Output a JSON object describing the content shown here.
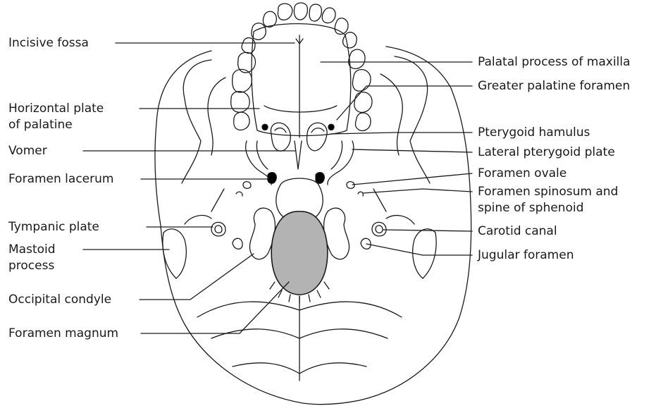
{
  "diagram": {
    "left_labels": [
      {
        "id": "incisive-fossa",
        "lines": [
          "Incisive fossa"
        ]
      },
      {
        "id": "horizontal-plate",
        "lines": [
          "Horizontal plate",
          "of palatine"
        ]
      },
      {
        "id": "vomer",
        "lines": [
          "Vomer"
        ]
      },
      {
        "id": "foramen-lacerum",
        "lines": [
          "Foramen lacerum"
        ]
      },
      {
        "id": "tympanic-plate",
        "lines": [
          "Tympanic plate"
        ]
      },
      {
        "id": "mastoid-process",
        "lines": [
          "Mastoid",
          "process"
        ]
      },
      {
        "id": "occipital-condyle",
        "lines": [
          "Occipital condyle"
        ]
      },
      {
        "id": "foramen-magnum",
        "lines": [
          "Foramen magnum"
        ]
      }
    ],
    "right_labels": [
      {
        "id": "palatal-process",
        "lines": [
          "Palatal process of maxilla"
        ]
      },
      {
        "id": "greater-palatine",
        "lines": [
          "Greater palatine foramen"
        ]
      },
      {
        "id": "pterygoid-hamulus",
        "lines": [
          "Pterygoid hamulus"
        ]
      },
      {
        "id": "lateral-pterygoid",
        "lines": [
          "Lateral pterygoid plate"
        ]
      },
      {
        "id": "foramen-ovale",
        "lines": [
          "Foramen ovale"
        ]
      },
      {
        "id": "foramen-spinosum",
        "lines": [
          "Foramen spinosum and",
          "spine of sphenoid"
        ]
      },
      {
        "id": "carotid-canal",
        "lines": [
          "Carotid canal"
        ]
      },
      {
        "id": "jugular-foramen",
        "lines": [
          "Jugular foramen"
        ]
      }
    ],
    "colors": {
      "ink": "#1a1a1a",
      "foramen_magnum_fill": "#b3b3b3",
      "foramen_fill": "#000000"
    }
  }
}
